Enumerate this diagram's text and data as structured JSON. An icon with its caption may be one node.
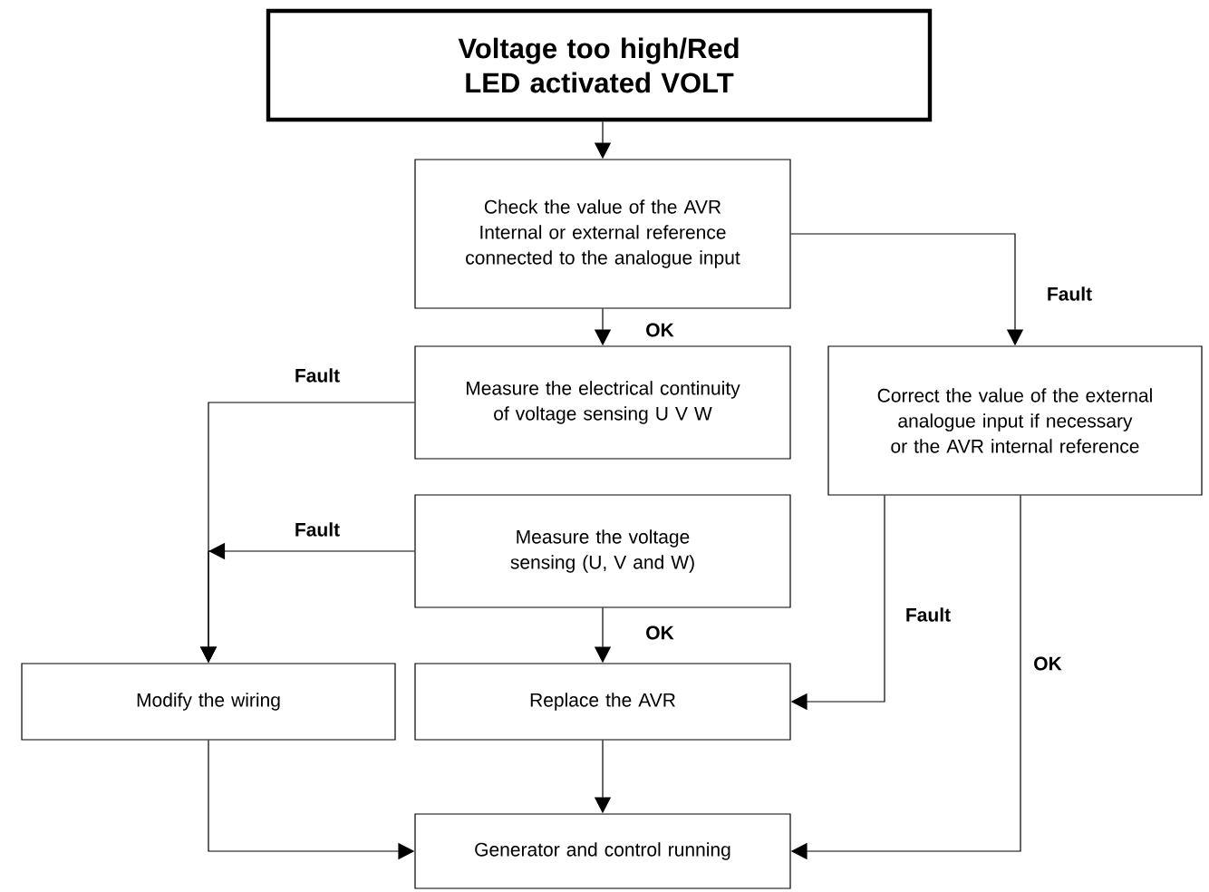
{
  "diagram": {
    "nodes": [
      {
        "text": [
          "Voltage too high/Red LED activated VOLT"
        ]
      },
      {
        "text": [
          "Check the value of the AVR Internal or external reference connected to the analogue input"
        ]
      },
      {
        "text": [
          "Measure the electrical continuity of voltage sensing U V W"
        ]
      },
      {
        "text": [
          "Correct the value of the external analogue input if necessary or the AVR internal reference"
        ]
      },
      {
        "text": [
          "Measure the voltage sensing (U, V and W)"
        ]
      },
      {
        "text": [
          "Modify the wiring"
        ]
      },
      {
        "text": [
          "Replace the AVR"
        ]
      },
      {
        "text": [
          "Generator and control running"
        ]
      }
    ],
    "edges": [
      {
        "from": 0,
        "to": 1,
        "arrow": "to"
      },
      {
        "from": 1,
        "to": 2,
        "arrow": "to",
        "label": "OK"
      },
      {
        "from": 1,
        "to": 3,
        "arrow": "to",
        "label": "Fault"
      },
      {
        "from": 2,
        "to": 5,
        "arrow": "to",
        "label": "Fault"
      },
      {
        "from": 4,
        "to": 5,
        "arrow": "to",
        "label": "Fault"
      },
      {
        "from": 4,
        "to": 6,
        "arrow": "to",
        "label": "OK"
      },
      {
        "from": 3,
        "to": 6,
        "arrow": "to",
        "label": "Fault"
      },
      {
        "from": 3,
        "to": 7,
        "arrow": "to",
        "label": "OK"
      },
      {
        "from": 5,
        "to": 7,
        "arrow": "to"
      },
      {
        "from": 6,
        "to": 7,
        "arrow": "to"
      }
    ]
  }
}
